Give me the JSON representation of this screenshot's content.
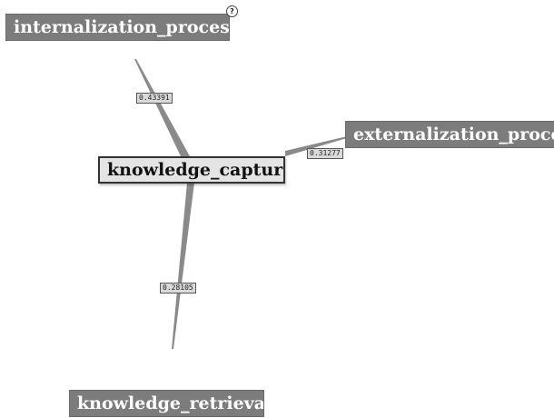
{
  "nodes": {
    "internalization": "internalization_process",
    "externalization": "externalization_process",
    "capture": "knowledge_capture",
    "retrieval": "knowledge_retrieval"
  },
  "edges": {
    "internalization_weight": "0.43391",
    "externalization_weight": "0.31277",
    "retrieval_weight": "0.28105"
  },
  "help_badge": "?",
  "colors": {
    "node_fill": "#7c7c7c",
    "center_fill": "#e4e4e4",
    "edge": "#8a8a8a"
  }
}
